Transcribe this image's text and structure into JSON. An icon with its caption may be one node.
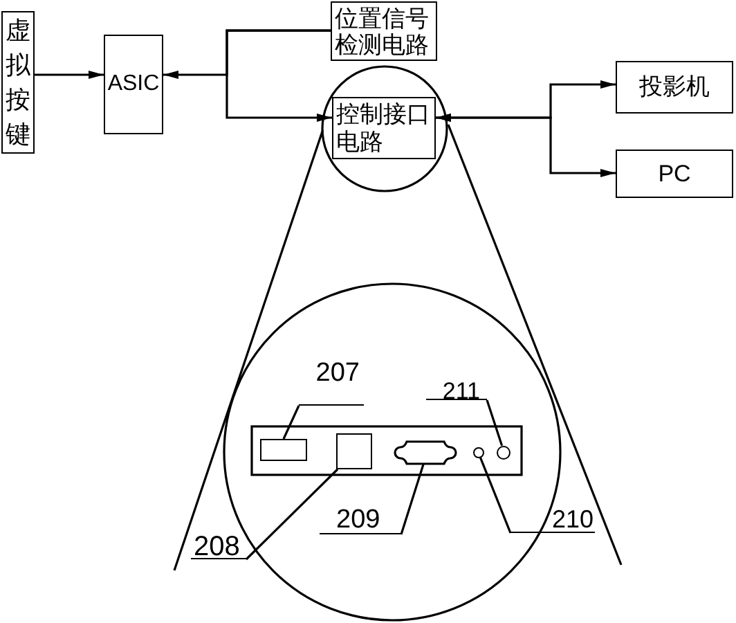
{
  "diagram": {
    "nodes": [
      {
        "text": [
          "虚拟按键"
        ]
      },
      {
        "text": [
          "ASIC"
        ]
      },
      {
        "text": [
          "位置信号检测电路"
        ]
      },
      {
        "text": [
          "控制接口电路"
        ]
      },
      {
        "text": [
          "投影机"
        ]
      },
      {
        "text": [
          "PC"
        ]
      },
      {
        "text": [
          "207"
        ]
      },
      {
        "text": [
          "211"
        ]
      },
      {
        "text": [],
        "shape": "box"
      },
      {
        "text": [],
        "shape": "box"
      },
      {
        "text": [],
        "shape": "connector"
      },
      {
        "text": [],
        "shape": "circle"
      },
      {
        "text": [],
        "shape": "circle"
      },
      {
        "text": [
          "209"
        ]
      },
      {
        "text": [
          "210"
        ]
      },
      {
        "text": [
          "208"
        ]
      }
    ],
    "edges": [
      {
        "from": 0,
        "to": 1,
        "arrow": "to"
      },
      {
        "from": 2,
        "to": 1,
        "arrow": "to"
      },
      {
        "from": 2,
        "to": 3,
        "arrow": "to"
      },
      {
        "from": 3,
        "to": 4,
        "arrow": "both"
      },
      {
        "from": 3,
        "to": 5,
        "arrow": "both"
      },
      {
        "from": 6,
        "to": 8,
        "arrow": "none"
      },
      {
        "from": 7,
        "to": 12,
        "arrow": "none"
      },
      {
        "from": 13,
        "to": 10,
        "arrow": "none"
      },
      {
        "from": 14,
        "to": 11,
        "arrow": "none"
      },
      {
        "from": 15,
        "to": 9,
        "arrow": "none"
      }
    ]
  }
}
